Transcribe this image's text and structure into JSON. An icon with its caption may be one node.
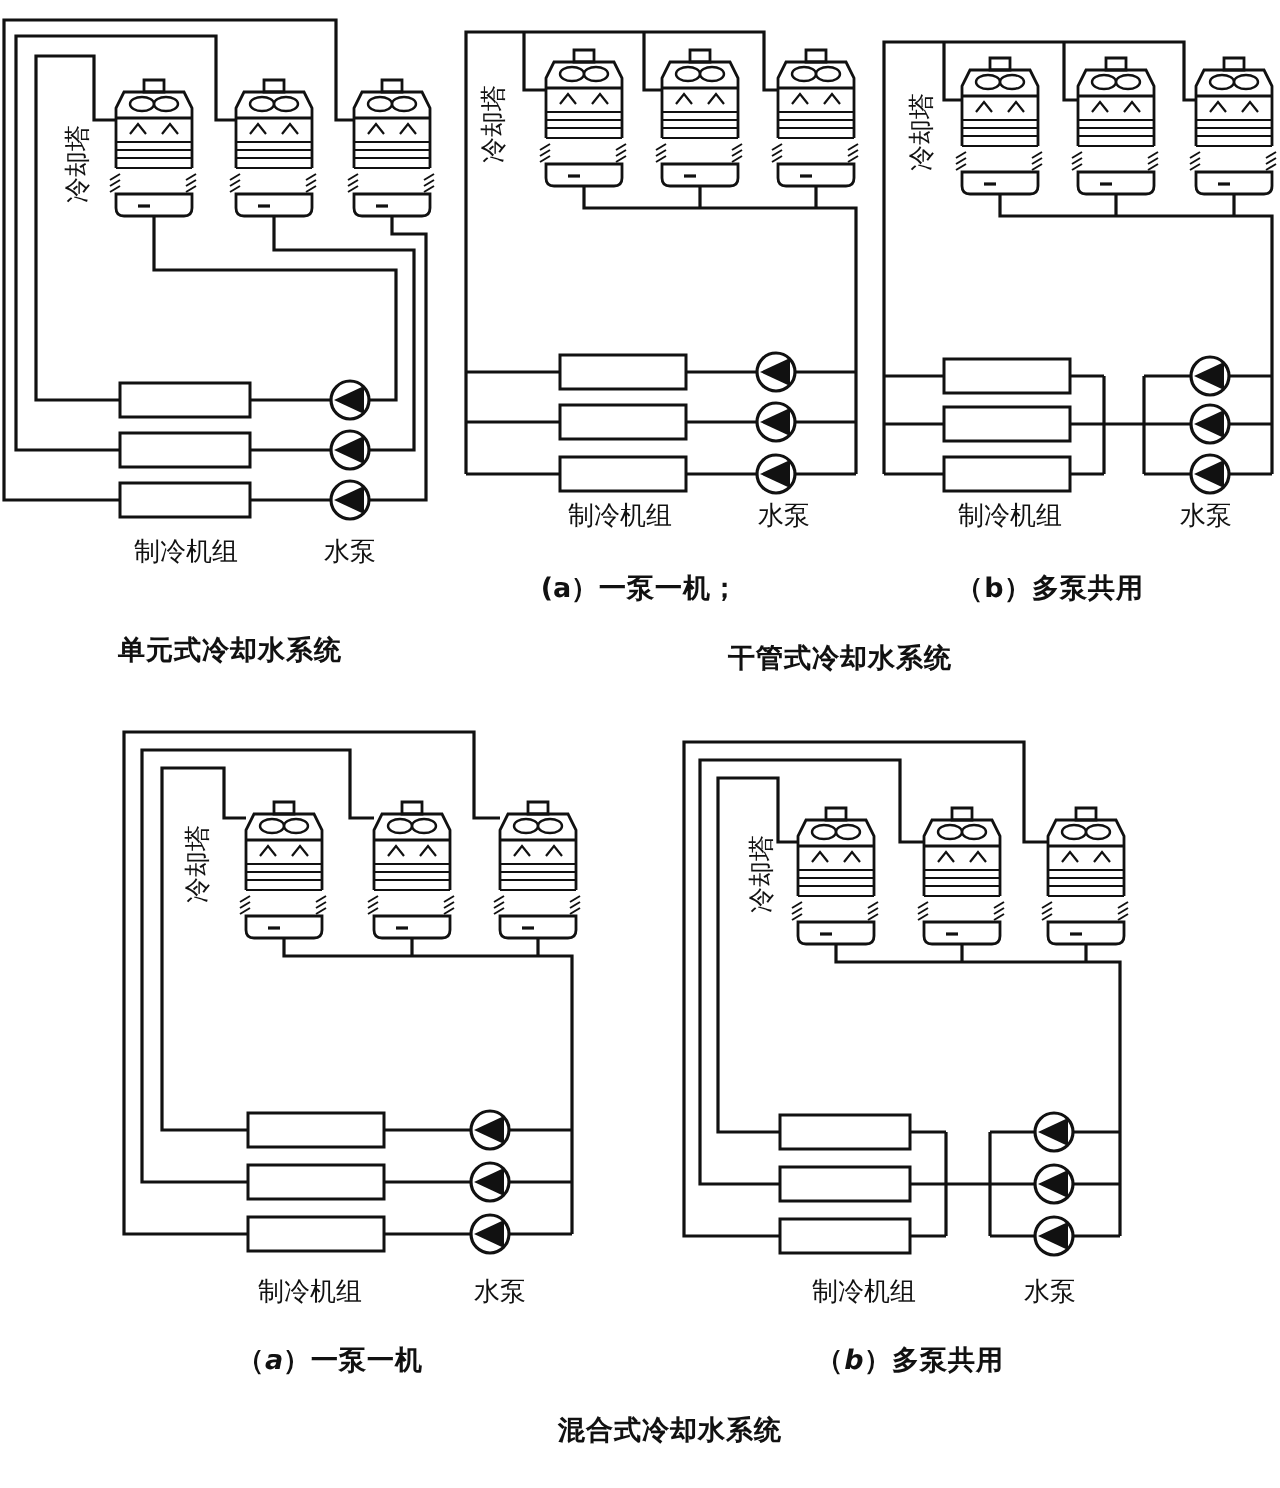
{
  "diagram": {
    "labels": [
      "冷却塔",
      "制冷机组",
      "水泵",
      "冷却塔",
      "制冷机组",
      "水泵",
      "冷却塔",
      "制冷机组",
      "水泵",
      "(a）一泵一机；",
      "（b）多泵共用",
      "单元式冷却水系统",
      "干管式冷却水系统",
      "冷却塔",
      "冷却塔",
      "制冷机组",
      "水泵",
      "制冷机组",
      "水泵",
      "（*a*）一泵一机",
      "（*b*）多泵共用",
      "混合式冷却水系统"
    ]
  }
}
